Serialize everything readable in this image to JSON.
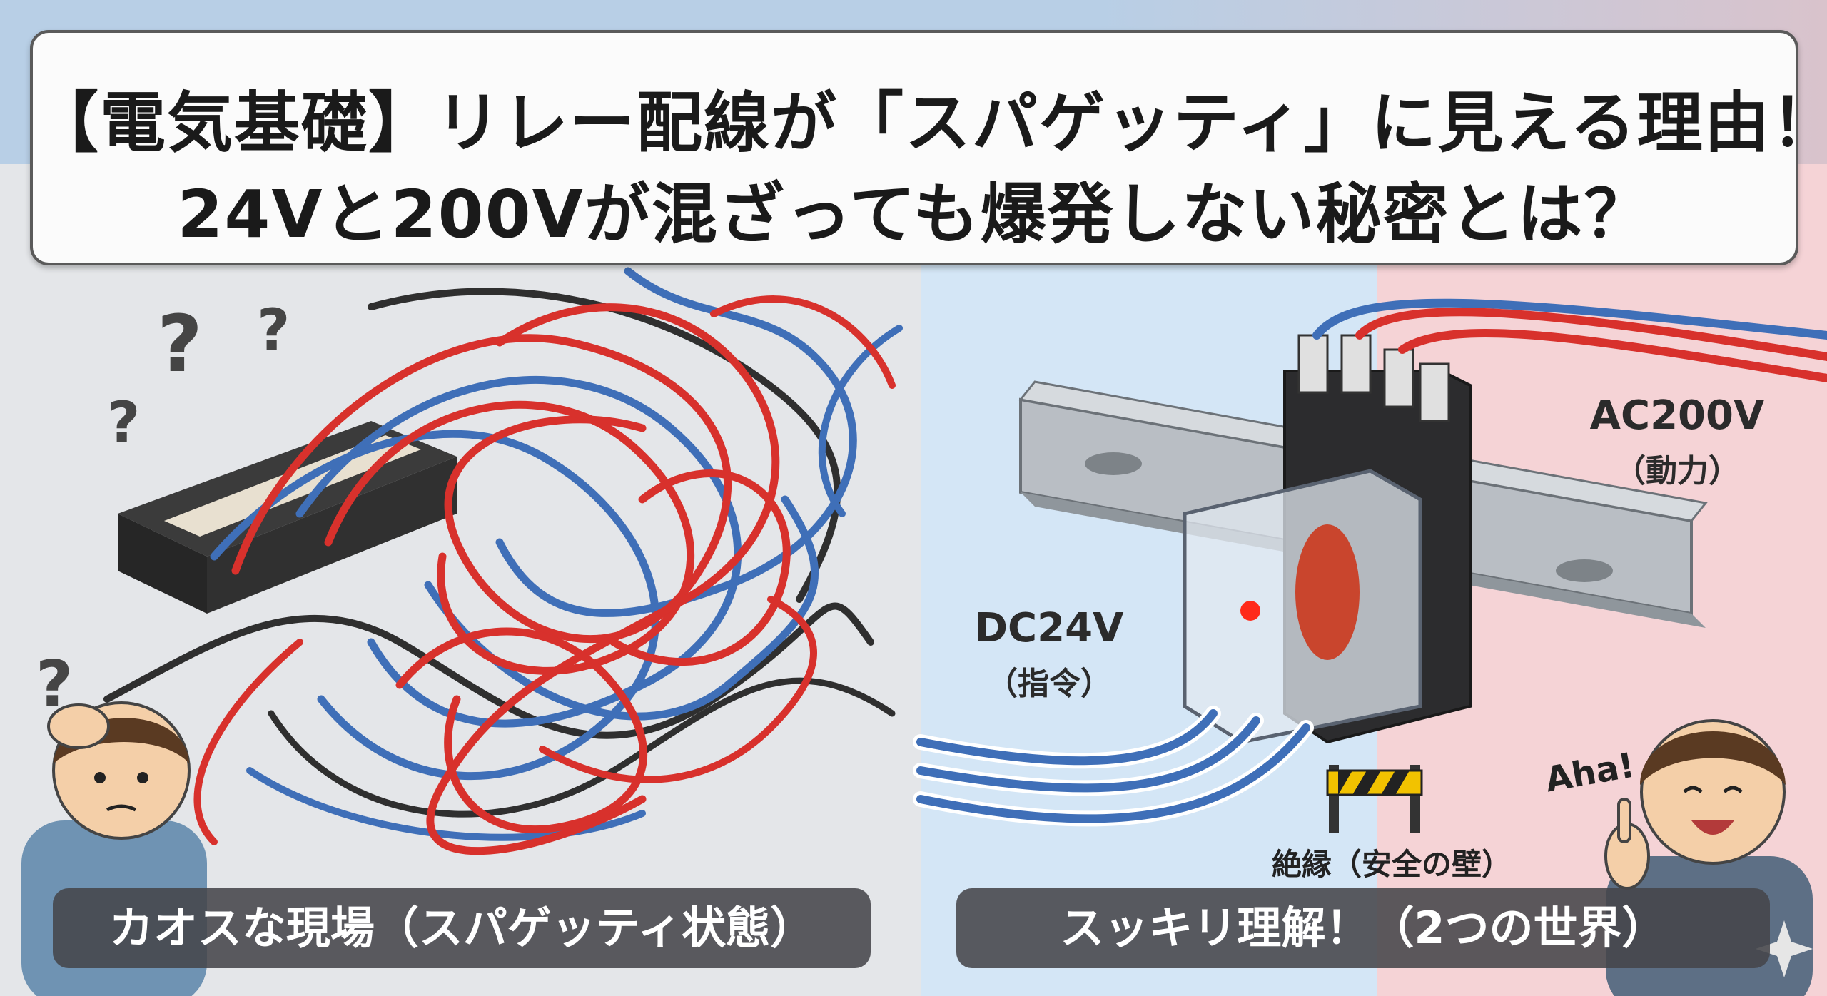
{
  "title": {
    "line1": "【電気基礎】リレー配線が「スパゲッティ」に見える理由！",
    "line2": "24Vと200Vが混ざっても爆発しない秘密とは？"
  },
  "labels": {
    "dc_voltage": "DC24V",
    "dc_role": "（指令）",
    "ac_voltage": "AC200V",
    "ac_role": "（動力）",
    "insulation": "絶縁（安全の壁）"
  },
  "captions": {
    "left": "カオスな現場（スパゲッティ状態）",
    "right": "スッキリ理解！（2つの世界）"
  },
  "speech": {
    "aha": "Aha!",
    "question_mark": "?"
  },
  "colors": {
    "red_wire": "#d8312c",
    "blue_wire": "#3f6fb8",
    "black_wire": "#2f2f2f",
    "dc_zone": "#d4e6f6",
    "ac_zone": "#f5d3d6",
    "led": "#ff2a1a"
  },
  "icons": [
    "question-icon",
    "relay-icon",
    "din-rail-icon",
    "terminal-block-icon",
    "barrier-icon",
    "worker-confused",
    "worker-happy",
    "sparkle-icon"
  ]
}
